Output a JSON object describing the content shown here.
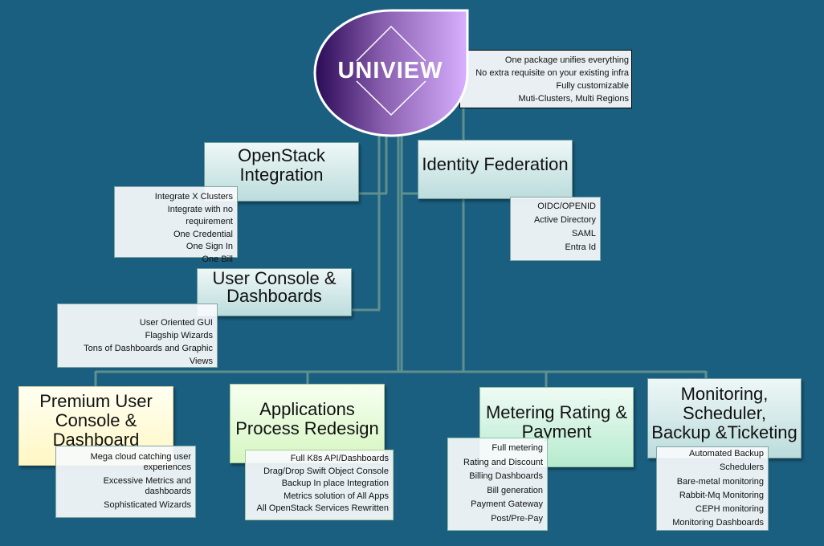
{
  "logo": {
    "text": "UNIVIEW",
    "icon": "diamond-icon",
    "gradient": [
      "#2a0a55",
      "#d8b0ff"
    ]
  },
  "colors": {
    "background": "#1a5f80",
    "connector": "#5f8f8e"
  },
  "highlights": [
    "One package unifies everything",
    "No extra requisite on your existing infra",
    "Fully customizable",
    "Muti-Clusters, Multi Regions"
  ],
  "nodes": {
    "openstack": {
      "title": [
        "OpenStack",
        "Integration"
      ],
      "items": [
        "Integrate X Clusters",
        "Integrate with no requirement",
        "One Credential",
        "One Sign In",
        "One Bill"
      ]
    },
    "identity": {
      "title": [
        "Identity Federation"
      ],
      "items": [
        "OIDC/OPENID",
        "Active Directory",
        "SAML",
        "Entra Id"
      ]
    },
    "user_console": {
      "title": [
        "User Console &",
        "Dashboards"
      ],
      "items": [
        "User Oriented GUI",
        "Flagship Wizards",
        "Tons of Dashboards and Graphic Views"
      ]
    },
    "premium": {
      "title": [
        "Premium User",
        "Console &",
        "Dashboard"
      ],
      "items": [
        "Mega cloud catching user experiences",
        "Excessive Metrics and dashboards",
        "Sophisticated Wizards"
      ]
    },
    "applications": {
      "title": [
        "Applications",
        "Process Redesign"
      ],
      "items": [
        "Full K8s API/Dashboards",
        "Drag/Drop Swift Object Console",
        "Backup In place Integration",
        "Metrics solution of All Apps",
        "All OpenStack Services  Rewritten"
      ]
    },
    "metering": {
      "title": [
        "Metering Rating &",
        "Payment"
      ],
      "items": [
        "Full metering",
        "Rating and Discount",
        "Billing Dashboards",
        "Bill generation",
        "Payment Gateway",
        "Post/Pre-Pay"
      ]
    },
    "monitoring": {
      "title": [
        "Monitoring,",
        "Scheduler,",
        "Backup &Ticketing"
      ],
      "items": [
        "Automated Backup",
        "Schedulers",
        "Bare-metal monitoring",
        "Rabbit-Mq Monitoring",
        "CEPH monitoring",
        "Monitoring Dashboards"
      ]
    }
  }
}
